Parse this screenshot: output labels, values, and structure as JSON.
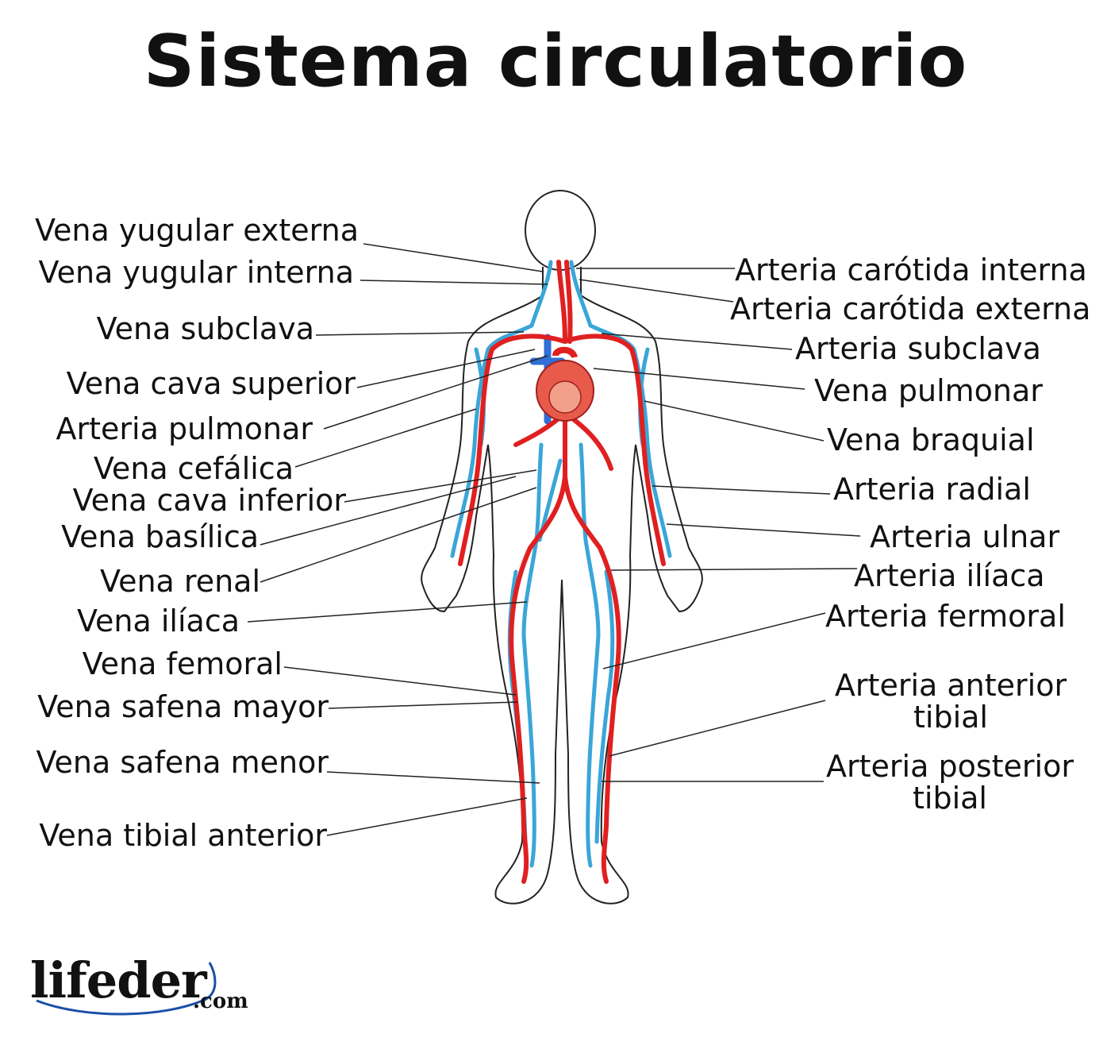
{
  "title": "Sistema circulatorio",
  "labels_left": [
    {
      "key": "vyext",
      "text": "Vena yugular externa"
    },
    {
      "key": "vyint",
      "text": "Vena yugular interna"
    },
    {
      "key": "vsub",
      "text": "Vena subclava"
    },
    {
      "key": "vcs",
      "text": "Vena cava superior"
    },
    {
      "key": "apul",
      "text": "Arteria pulmonar"
    },
    {
      "key": "vcef",
      "text": "Vena cefálica"
    },
    {
      "key": "vci",
      "text": "Vena cava inferior"
    },
    {
      "key": "vbas",
      "text": "Vena basílica"
    },
    {
      "key": "vren",
      "text": "Vena renal"
    },
    {
      "key": "vili",
      "text": "Vena ilíaca"
    },
    {
      "key": "vfem",
      "text": "Vena femoral"
    },
    {
      "key": "vsmay",
      "text": "Vena safena mayor"
    },
    {
      "key": "vsmen",
      "text": "Vena safena menor"
    },
    {
      "key": "vtib",
      "text": "Vena tibial anterior"
    }
  ],
  "labels_right": [
    {
      "key": "acint",
      "text": "Arteria carótida interna"
    },
    {
      "key": "acext",
      "text": "Arteria carótida externa"
    },
    {
      "key": "asub",
      "text": "Arteria subclava"
    },
    {
      "key": "vpul",
      "text": "Vena pulmonar"
    },
    {
      "key": "vbra",
      "text": "Vena braquial"
    },
    {
      "key": "arad",
      "text": "Arteria radial"
    },
    {
      "key": "auln",
      "text": "Arteria ulnar"
    },
    {
      "key": "aili",
      "text": "Arteria ilíaca"
    },
    {
      "key": "afem",
      "text": "Arteria fermoral"
    },
    {
      "key": "aant",
      "text": "Arteria anterior\ntibial"
    },
    {
      "key": "apos",
      "text": "Arteria posterior\ntibial"
    }
  ],
  "logo": {
    "name": "lifeder",
    "suffix": ".com"
  },
  "colors": {
    "artery": "#e02020",
    "vein": "#3aa6d8",
    "vena_cava": "#2f6fd6",
    "outline": "#222222",
    "leader": "#222222"
  }
}
